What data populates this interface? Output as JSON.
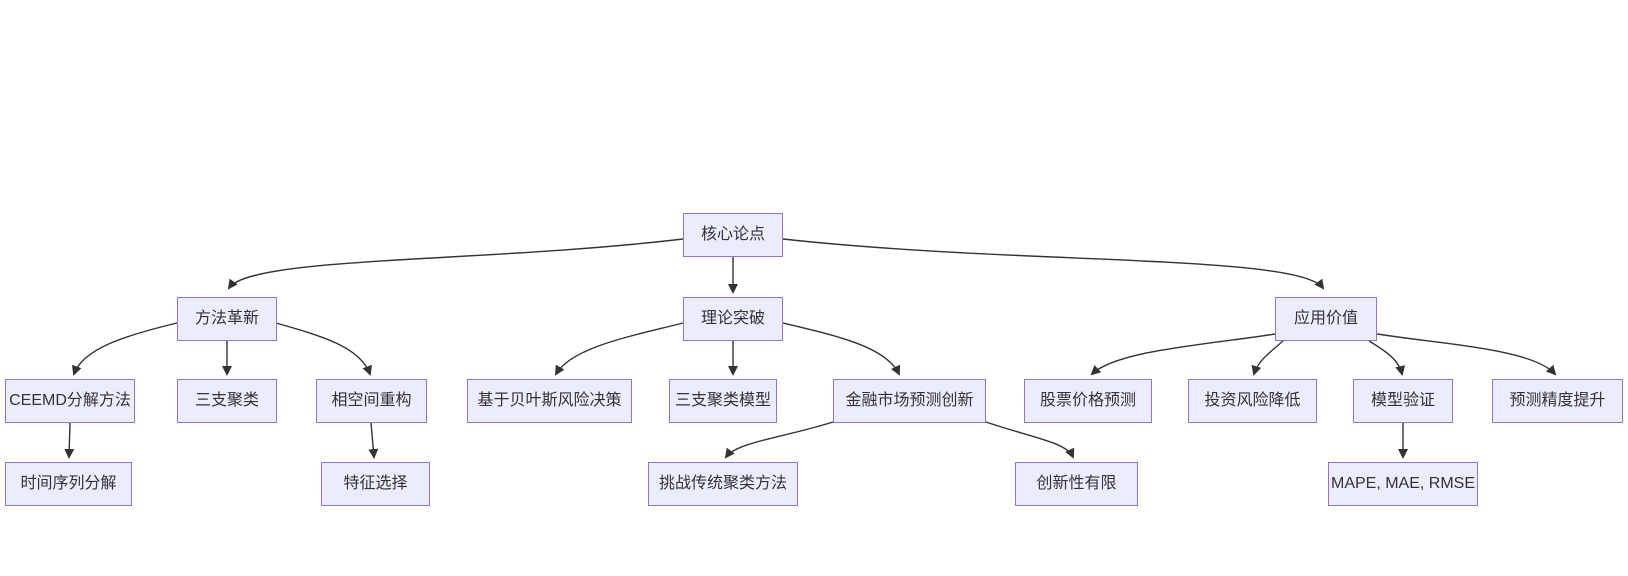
{
  "diagram": {
    "type": "flowchart-top-down",
    "colors": {
      "background": "#ffffff",
      "node_fill": "#ECECFF",
      "node_border": "#9370DB",
      "edge": "#333333",
      "text": "#333333"
    },
    "nodes": {
      "core": {
        "label": "核心论点"
      },
      "method_innovation": {
        "label": "方法革新"
      },
      "theory_breakthrough": {
        "label": "理论突破"
      },
      "application_value": {
        "label": "应用价值"
      },
      "ceemd": {
        "label": "CEEMD分解方法"
      },
      "three_way_clustering": {
        "label": "三支聚类"
      },
      "phase_space": {
        "label": "相空间重构"
      },
      "bayesian_risk": {
        "label": "基于贝叶斯风险决策"
      },
      "three_way_model": {
        "label": "三支聚类模型"
      },
      "financial_innovation": {
        "label": "金融市场预测创新"
      },
      "stock_prediction": {
        "label": "股票价格预测"
      },
      "risk_reduction": {
        "label": "投资风险降低"
      },
      "model_validation": {
        "label": "模型验证"
      },
      "accuracy_improvement": {
        "label": "预测精度提升"
      },
      "time_series_decomposition": {
        "label": "时间序列分解"
      },
      "feature_selection": {
        "label": "特征选择"
      },
      "challenge_traditional": {
        "label": "挑战传统聚类方法"
      },
      "limited_innovation": {
        "label": "创新性有限"
      },
      "metrics": {
        "label": "MAPE, MAE, RMSE"
      }
    },
    "edges": [
      {
        "from": "core",
        "to": "method_innovation"
      },
      {
        "from": "core",
        "to": "theory_breakthrough"
      },
      {
        "from": "core",
        "to": "application_value"
      },
      {
        "from": "method_innovation",
        "to": "ceemd"
      },
      {
        "from": "method_innovation",
        "to": "three_way_clustering"
      },
      {
        "from": "method_innovation",
        "to": "phase_space"
      },
      {
        "from": "ceemd",
        "to": "time_series_decomposition"
      },
      {
        "from": "phase_space",
        "to": "feature_selection"
      },
      {
        "from": "theory_breakthrough",
        "to": "bayesian_risk"
      },
      {
        "from": "theory_breakthrough",
        "to": "three_way_model"
      },
      {
        "from": "theory_breakthrough",
        "to": "financial_innovation"
      },
      {
        "from": "financial_innovation",
        "to": "challenge_traditional"
      },
      {
        "from": "financial_innovation",
        "to": "limited_innovation"
      },
      {
        "from": "application_value",
        "to": "stock_prediction"
      },
      {
        "from": "application_value",
        "to": "risk_reduction"
      },
      {
        "from": "application_value",
        "to": "model_validation"
      },
      {
        "from": "application_value",
        "to": "accuracy_improvement"
      },
      {
        "from": "model_validation",
        "to": "metrics"
      }
    ]
  }
}
